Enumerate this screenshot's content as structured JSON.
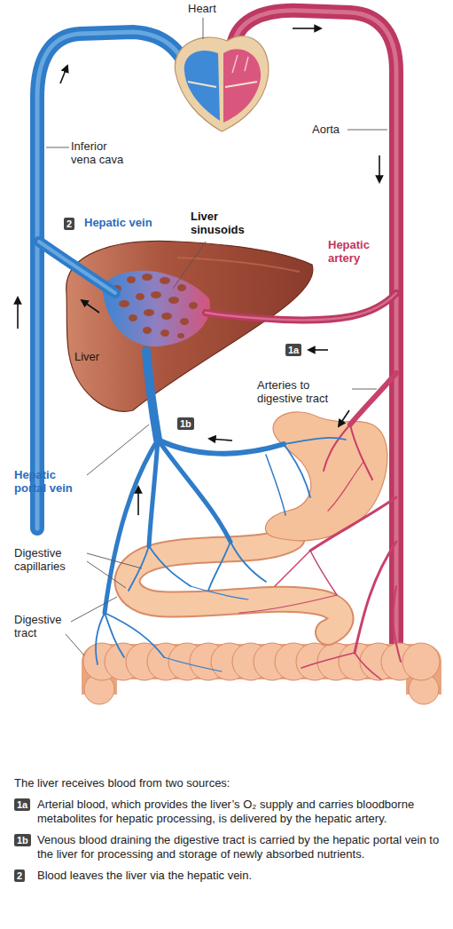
{
  "diagram": {
    "caption": "The liver receives blood from two sources:",
    "labels": [
      "Heart",
      "Inferior vena cava",
      "Aorta",
      "Hepatic vein",
      "Liver sinusoids",
      "Hepatic artery",
      "2",
      "Liver",
      "1a",
      "Arteries to digestive tract",
      "1b",
      "Hepatic portal vein",
      "Digestive capillaries",
      "Digestive tract",
      "1a",
      "Arterial blood, which provides the liver’s O₂ supply and carries bloodborne metabolites for hepatic processing, is delivered by the hepatic artery.",
      "1b",
      "Venous blood draining the digestive tract is carried by the hepatic portal vein to the liver for processing and storage of newly absorbed nutrients.",
      "2",
      "Blood leaves the liver via the hepatic vein."
    ]
  }
}
